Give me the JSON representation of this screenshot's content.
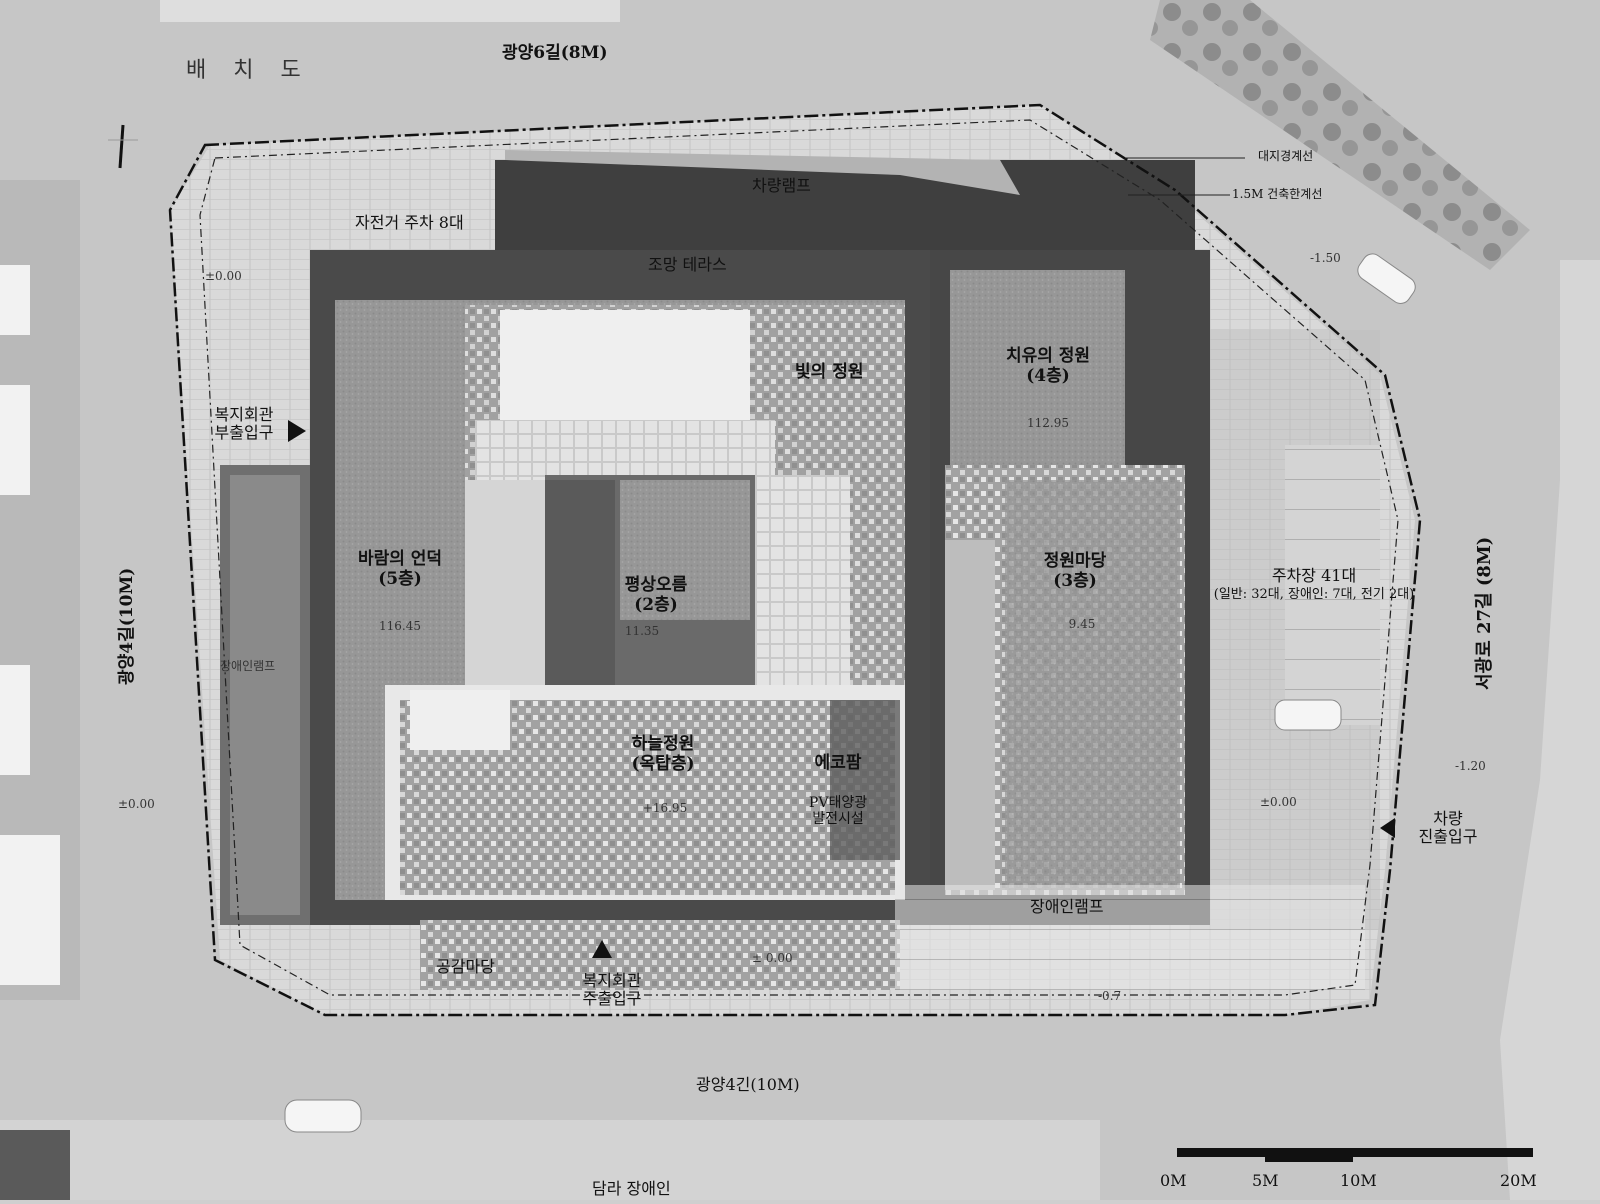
{
  "title": "배 치 도",
  "roads": {
    "north": "광양6길(8M)",
    "south": "광양4긴(10M)",
    "west": "광양4길(10M)",
    "east": "서광로 27길 (8M)",
    "bottom_edge": "담라 장애인"
  },
  "legend": {
    "boundary": "대지경계선",
    "setback": "1.5M 건축한계선"
  },
  "zones": {
    "ramp": "차량램프",
    "bike": "자전거 주차 8대",
    "terrace": "조망 테라스",
    "light_garden": "빛의 정원",
    "healing_garden": {
      "name": "치유의 정원",
      "floor": "(4층)",
      "elev": "112.95"
    },
    "wind_hill": {
      "name": "바람의 언덕",
      "floor": "(5층)",
      "elev": "116.45"
    },
    "plaza_2f": {
      "name": "평상오름",
      "floor": "(2층)",
      "elev": "11.35"
    },
    "sky_garden": {
      "name": "하늘정원",
      "floor": "(옥탑층)",
      "elev": "+16.95"
    },
    "eco_pv": {
      "name": "에코팜",
      "sub1": "PV태양광",
      "sub2": "발전시설"
    },
    "court_3f": {
      "name": "정원마당",
      "floor": "(3층)",
      "elev": "9.45"
    },
    "parking": {
      "title": "주차장 41대",
      "detail": "(일반: 32대, 장애인: 7대, 전기 2대)"
    },
    "accessible_ramp": "장애인램프",
    "accessible_ramp_west": "장애인램프",
    "yard": "공감마당"
  },
  "entrances": {
    "secondary": [
      "복지회관",
      "부출입구"
    ],
    "main": [
      "복지회관",
      "주출입구"
    ],
    "vehicle": [
      "차량",
      "진출입구"
    ]
  },
  "elevations": {
    "nw": "±0.00",
    "west": "±0.00",
    "south": "± 0.00",
    "east_a": "±0.00",
    "east_b": "-1.20",
    "ne": "-1.50",
    "se": "-0.7"
  },
  "scale": [
    "0M",
    "5M",
    "10M",
    "20M"
  ],
  "colors": {
    "road": "#c6c6c6",
    "sidewalk": "#dcdcdc",
    "building_frame": "#4a4a4a",
    "roof_grass": "#9a9a9a",
    "shadow": "#3e3e3e"
  }
}
